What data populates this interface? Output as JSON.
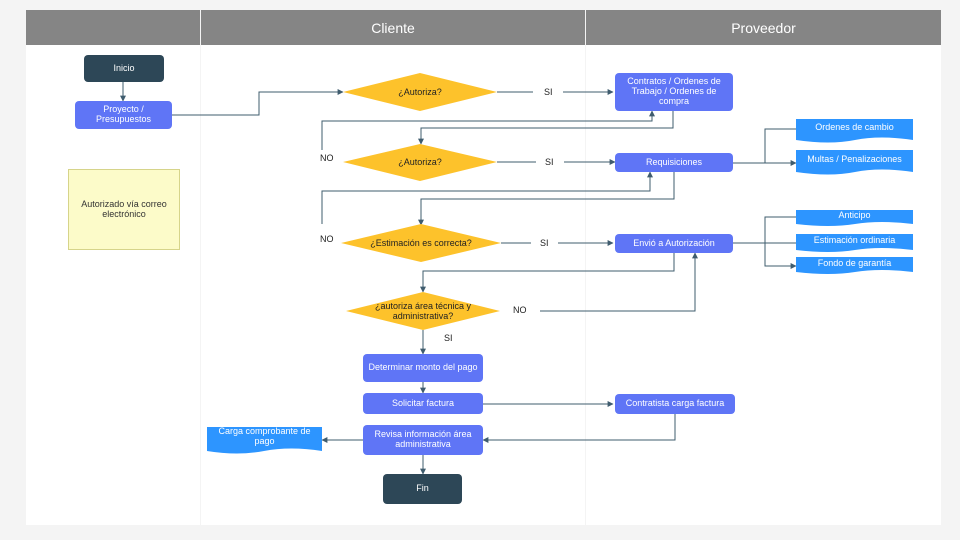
{
  "lanes": {
    "left": "",
    "cliente": "Cliente",
    "proveedor": "Proveedor"
  },
  "nodes": {
    "inicio": "Inicio",
    "proyecto": "Proyecto / Presupuestos",
    "nota": "Autorizado vía correo electrónico",
    "autoriza1": "¿Autoriza?",
    "autoriza2": "¿Autoriza?",
    "estimacion": "¿Estimación es correcta?",
    "tecnica": "¿autoriza área técnica y administrativa?",
    "determinar": "Determinar monto del pago",
    "solicitar": "Solicitar factura",
    "revisa": "Revisa información área administrativa",
    "fin": "Fin",
    "carga": "Carga comprobante de pago",
    "contratos": "Contratos / Ordenes de Trabajo / Ordenes de compra",
    "requisiciones": "Requisiciones",
    "envio": "Envió a Autorización",
    "contratista": "Contratista carga factura",
    "ordenes_cambio": "Ordenes de cambio",
    "multas": "Multas / Penalizaciones",
    "anticipo": "Anticipo",
    "estimacion_ord": "Estimación ordinaria",
    "fondo": "Fondo de garantía"
  },
  "labels": {
    "si1": "SI",
    "si2": "SI",
    "si3": "SI",
    "si4": "SI",
    "no1": "NO",
    "no2": "NO",
    "no3": "NO"
  },
  "colors": {
    "decision": "#fdc22b",
    "process": "#5f75f6",
    "terminal": "#2d4757",
    "document": "#2d95ff",
    "connector": "#3f5c6e"
  }
}
